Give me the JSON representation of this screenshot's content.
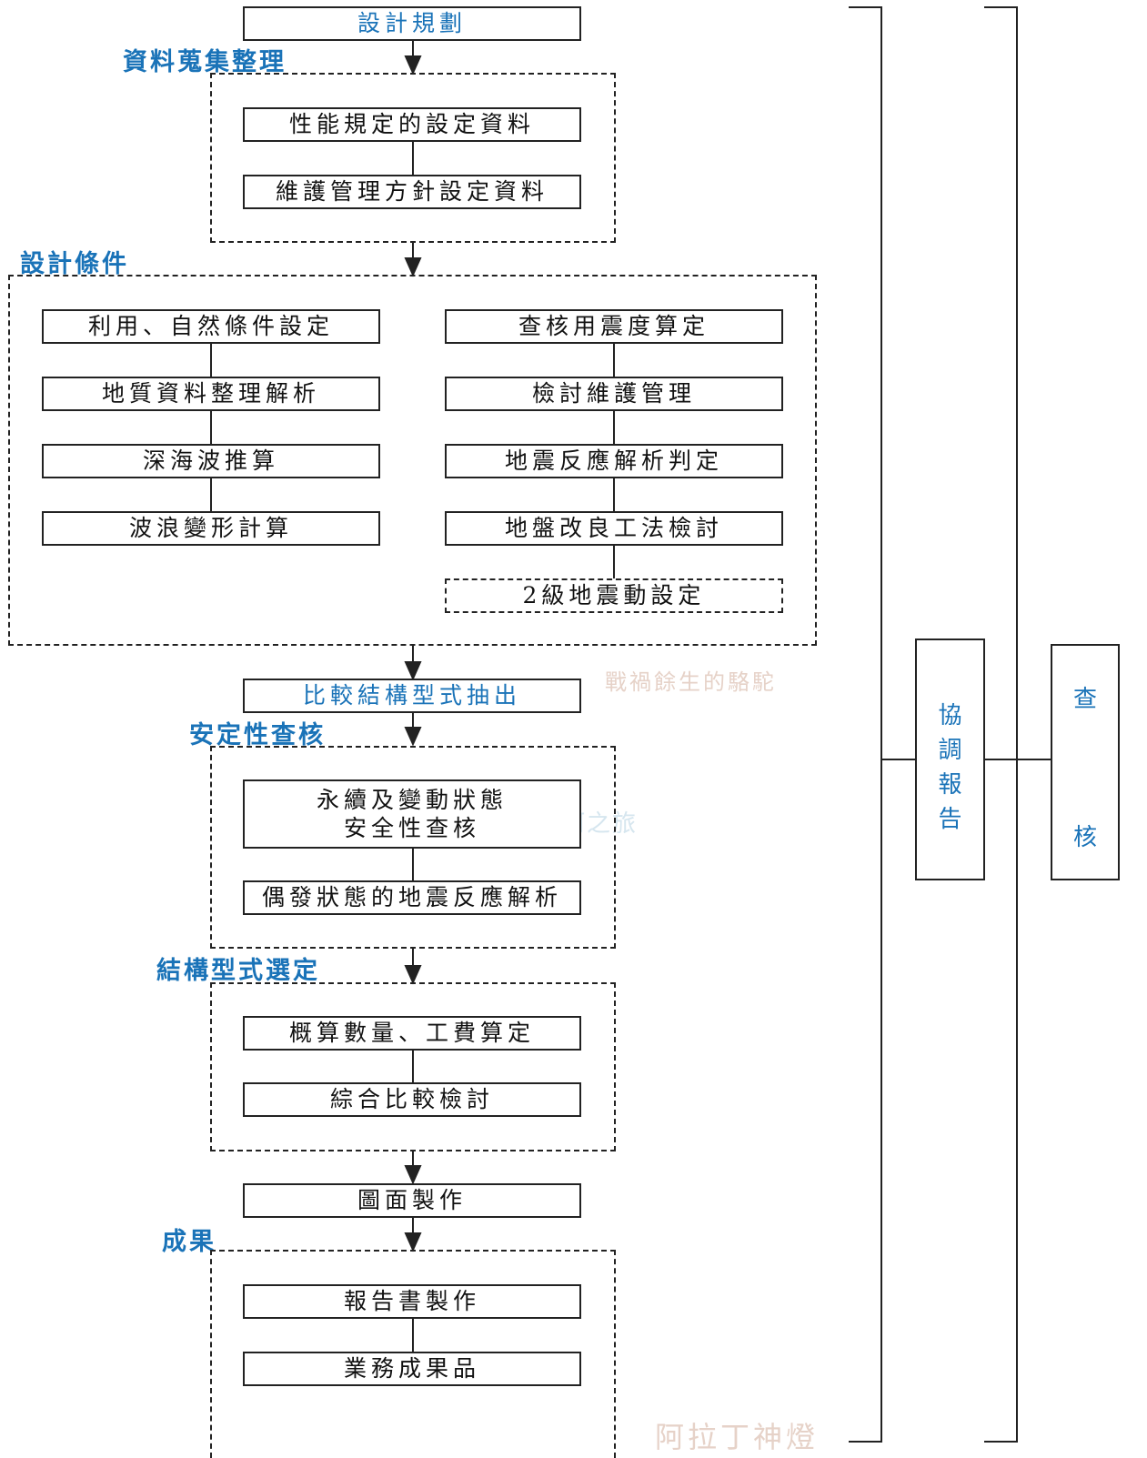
{
  "flow": {
    "top": "設計規劃",
    "section_collect": {
      "title": "資料蒐集整理",
      "items": [
        "性能規定的設定資料",
        "維護管理方針設定資料"
      ]
    },
    "section_conditions": {
      "title": "設計條件",
      "left_items": [
        "利用、自然條件設定",
        "地質資料整理解析",
        "深海波推算",
        "波浪變形計算"
      ],
      "right_items": [
        "查核用震度算定",
        "檢討維護管理",
        "地震反應解析判定",
        "地盤改良工法檢討"
      ],
      "right_optional": "2級地震動設定"
    },
    "compare_extract": "比較結構型式抽出",
    "section_safety": {
      "title": "安定性查核",
      "items": [
        "永續及變動狀態\n安全性查核",
        "偶發狀態的地震反應解析"
      ]
    },
    "section_select": {
      "title": "結構型式選定",
      "items": [
        "概算數量、工費算定",
        "綜合比較檢討"
      ]
    },
    "drawing": "圖面製作",
    "section_result": {
      "title": "成果",
      "items": [
        "報告書製作",
        "業務成果品"
      ]
    }
  },
  "side": {
    "coordination": [
      "協",
      "調",
      "報",
      "告"
    ],
    "review": [
      "查",
      "核"
    ]
  },
  "watermarks": [
    "戰禍餘生的駱駝",
    "埃及尼羅河之旅",
    "阿拉丁神燈"
  ]
}
